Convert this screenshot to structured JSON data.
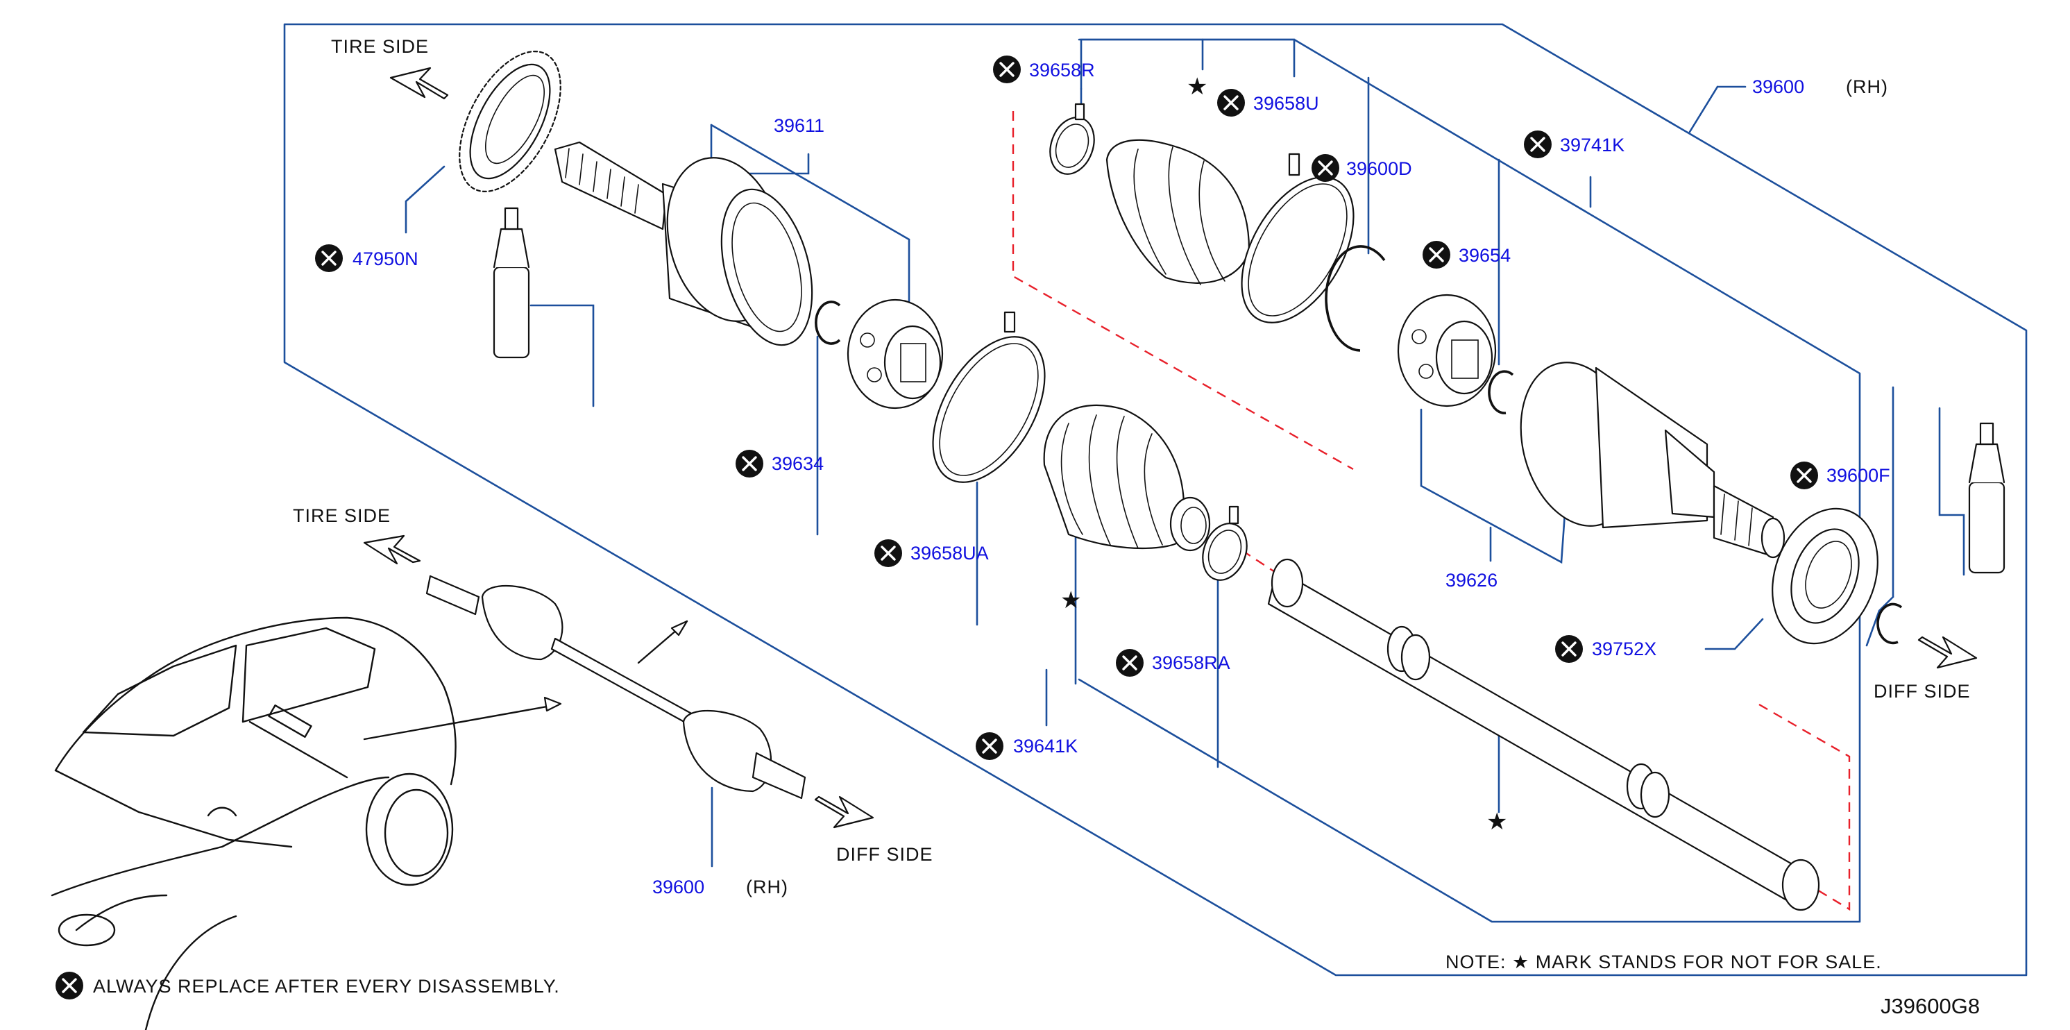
{
  "diagram": {
    "code": "J39600G8",
    "note": "NOTE:  ★ MARK  STANDS  FOR    NOT  FOR  SALE.",
    "legend": "ALWAYS  REPLACE  AFTER  EVERY  DISASSEMBLY.",
    "labels": {
      "tire_side_top": "TIRE  SIDE",
      "tire_side_mid": "TIRE  SIDE",
      "diff_side_right": "DIFF  SIDE",
      "diff_side_mid": "DIFF  SIDE"
    },
    "parts": {
      "p39600_top": "39600",
      "p39600_top_side": "(RH)",
      "p39600_bottom": "39600",
      "p39600_bottom_side": "(RH)",
      "p39611": "39611",
      "p47950N": "47950N",
      "p39634": "39634",
      "p39658UA": "39658UA",
      "p39641K": "39641K",
      "p39658RA": "39658RA",
      "p39658R": "39658R",
      "p39658U": "39658U",
      "p39600D": "39600D",
      "p39741K": "39741K",
      "p39654": "39654",
      "p39626": "39626",
      "p39600F": "39600F",
      "p39752X": "39752X"
    },
    "icons": [
      "replace-x-icon",
      "not-for-sale-star-icon",
      "direction-arrow-icon"
    ]
  }
}
